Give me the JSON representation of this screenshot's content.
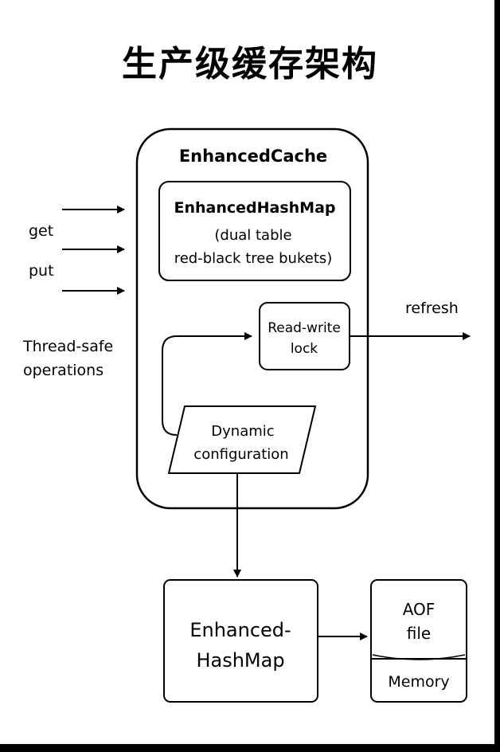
{
  "title": "生产级缓存架构",
  "outer_container": {
    "label": "EnhancedCache"
  },
  "hashmap_box": {
    "title": "EnhancedHashMap",
    "line1": "(dual table",
    "line2": "red-black tree bukets)"
  },
  "rw_lock": {
    "line1": "Read-write",
    "line2": "lock"
  },
  "dynamic_config": {
    "line1": "Dynamic",
    "line2": "configuration"
  },
  "inputs": {
    "get": "get",
    "put": "put",
    "thread_safe_1": "Thread-safe",
    "thread_safe_2": "operations"
  },
  "refresh": "refresh",
  "bottom_hashmap": {
    "line1": "Enhanced-",
    "line2": "HashMap"
  },
  "storage": {
    "aof_1": "AOF",
    "aof_2": "file",
    "memory": "Memory"
  }
}
